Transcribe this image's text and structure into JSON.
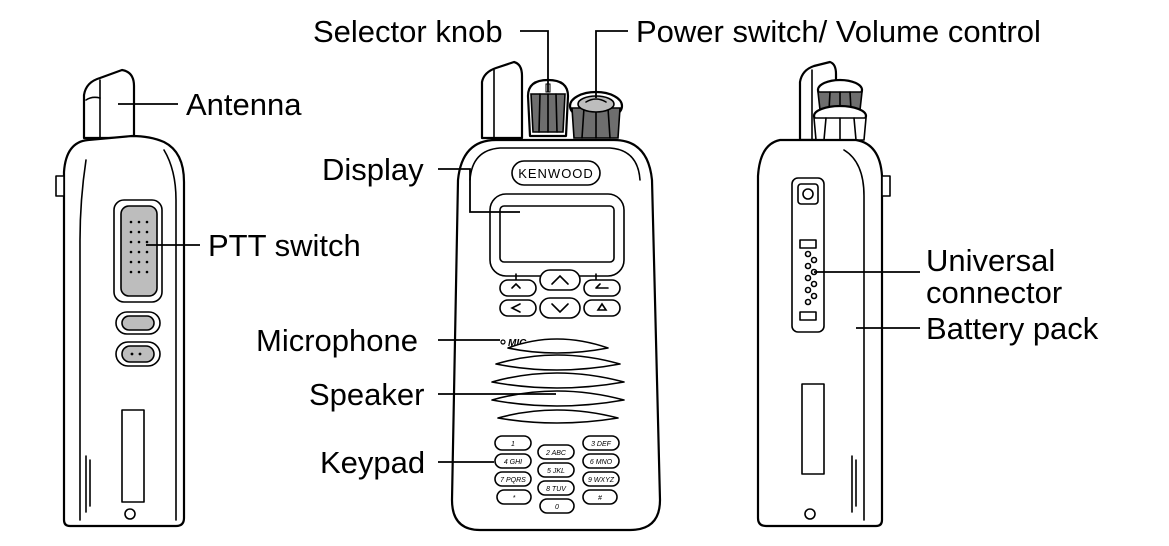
{
  "labels": {
    "selector_knob": "Selector knob",
    "power_switch": "Power switch/ Volume control",
    "antenna": "Antenna",
    "display": "Display",
    "ptt_switch": "PTT switch",
    "microphone": "Microphone",
    "speaker": "Speaker",
    "keypad": "Keypad",
    "universal_connector_line1": "Universal",
    "universal_connector_line2": "connector",
    "battery_pack": "Battery pack"
  },
  "device": {
    "brand": "KENWOOD",
    "mic_marking": "MIC",
    "keypad_keys": [
      "1",
      "2 ABC",
      "3 DEF",
      "4 GHI",
      "5 JKL",
      "6 MNO",
      "7 PQRS",
      "8 TUV",
      "9 WXYZ",
      "*",
      "0",
      "#"
    ]
  }
}
